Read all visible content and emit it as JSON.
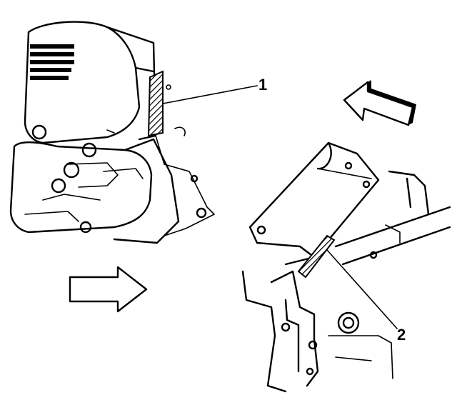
{
  "callouts": [
    {
      "number": "1",
      "target": "upper-left-component-hatched-strip"
    },
    {
      "number": "2",
      "target": "lower-right-bracket-hatched-strip"
    }
  ],
  "arrows": [
    {
      "name": "view-direction-arrow",
      "style": "shaded",
      "direction": "upper-left"
    },
    {
      "name": "sequence-arrow",
      "style": "outline",
      "direction": "right"
    }
  ],
  "colors": {
    "ink": "#000000",
    "background": "#ffffff"
  }
}
